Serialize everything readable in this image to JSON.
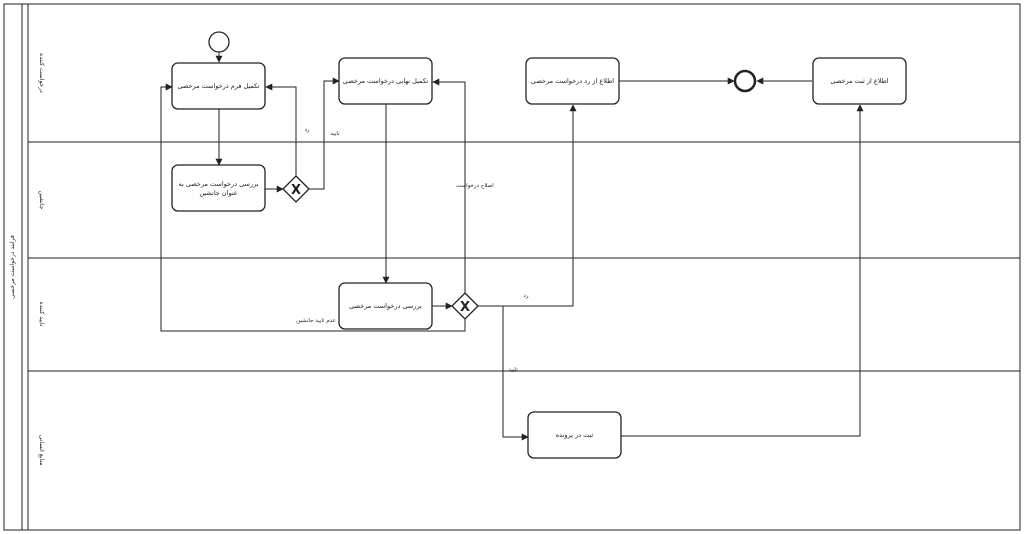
{
  "pool": {
    "title": "فرایند درخواست مرخصی"
  },
  "lanes": [
    {
      "id": "applicant",
      "label": "درخواست کننده"
    },
    {
      "id": "substitute",
      "label": "جانشین"
    },
    {
      "id": "approver",
      "label": "تایید کننده"
    },
    {
      "id": "hr",
      "label": "منابع انسانی"
    }
  ],
  "tasks": {
    "fill_form": "تکمیل فرم درخواست مرخصی",
    "review_substitute_l1": "بررسی درخواست مرخصی به",
    "review_substitute_l2": "عنوان جانشین",
    "final_complete": "تکمیل نهایی درخواست مرخصی",
    "notify_reject": "اطلاع از رد درخواست مرخصی",
    "notify_register": "اطلاع از ثبت مرخصی",
    "review_request": "بررسی درخواست مرخصی",
    "register_file": "ثبت در پرونده"
  },
  "edge_labels": {
    "reject_sub": "رد",
    "approve_sub": "تایید",
    "fix_request": "اصلاح درخواست",
    "reject_app": "رد",
    "not_approved_sub": "عدم تایید جانشین",
    "approve_app": "تایید"
  },
  "gateways": {
    "symbol": "X"
  }
}
